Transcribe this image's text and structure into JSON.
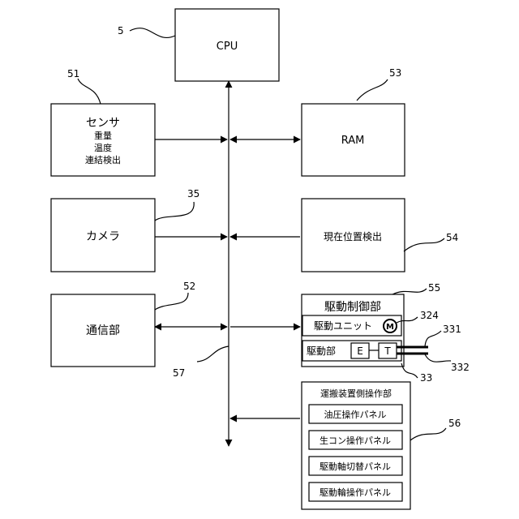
{
  "blocks": {
    "cpu": "CPU",
    "sensor": {
      "title": "センサ",
      "items": [
        "重量",
        "温度",
        "連結検出"
      ]
    },
    "ram": "RAM",
    "camera": "カメラ",
    "position": "現在位置検出",
    "comm": "通信部",
    "drive_control": {
      "title": "駆動制御部",
      "unit": "駆動ユニット",
      "motor_symbol": "M",
      "drive": "駆動部",
      "e": "E",
      "t": "T"
    },
    "operation": {
      "title": "運搬装置側操作部",
      "panels": [
        "油圧操作パネル",
        "生コン操作パネル",
        "駆動軸切替パネル",
        "駆動輪操作パネル"
      ]
    }
  },
  "refs": {
    "cpu": "5",
    "sensor": "51",
    "ram": "53",
    "camera": "35",
    "position": "54",
    "comm": "52",
    "drive_control": "55",
    "motor": "324",
    "shaft_a": "331",
    "shaft_b": "332",
    "drive": "33",
    "bus": "57",
    "operation": "56"
  }
}
